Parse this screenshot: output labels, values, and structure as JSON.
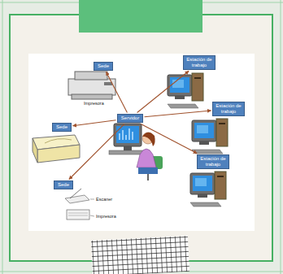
{
  "diagram": {
    "nodes": [
      {
        "text": [
          "Sede"
        ]
      },
      {
        "text": [
          "Estación de trabajo"
        ]
      },
      {
        "text": [
          "Servidor"
        ]
      },
      {
        "text": [
          "Estación de trabajo"
        ]
      },
      {
        "text": [
          "Sede"
        ]
      },
      {
        "text": [
          "Estación de trabajo"
        ]
      },
      {
        "text": [
          "Sede"
        ]
      }
    ],
    "edges": [
      {
        "from": 2,
        "to": 0,
        "arrow": "to"
      },
      {
        "from": 2,
        "to": 1,
        "arrow": "to"
      },
      {
        "from": 2,
        "to": 3,
        "arrow": "to"
      },
      {
        "from": 2,
        "to": 4,
        "arrow": "to"
      },
      {
        "from": 2,
        "to": 5,
        "arrow": "to"
      },
      {
        "from": 2,
        "to": 6,
        "arrow": "to"
      }
    ],
    "labels": [
      "Impresora",
      "Escaner",
      "Impresora"
    ]
  }
}
